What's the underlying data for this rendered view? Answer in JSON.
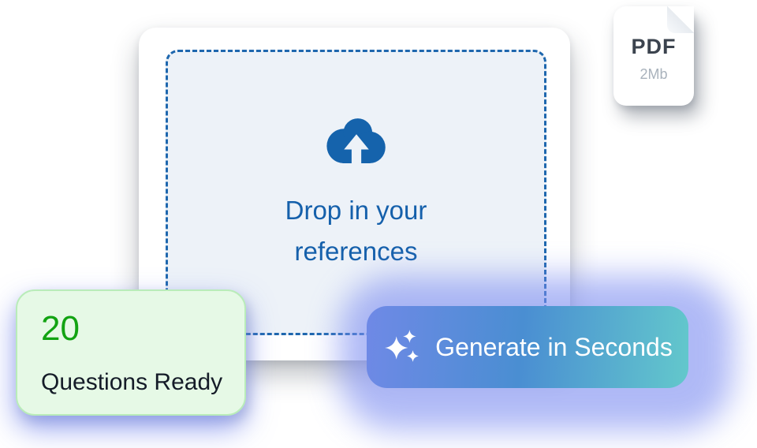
{
  "dropzone": {
    "title_line1": "Drop in your",
    "title_line2": "references",
    "icon": "cloud-upload"
  },
  "pdf_badge": {
    "type_label": "PDF",
    "file_size": "2Mb"
  },
  "questions_card": {
    "count": "20",
    "label": "Questions Ready"
  },
  "generate_button": {
    "label": "Generate in Seconds",
    "icon": "sparkles"
  },
  "theme": {
    "blue_text": "#1560ab",
    "icon_blue": "#1563ac",
    "dash_border": "#1e67ae",
    "zone_bg": "#edf2f8",
    "count_green": "#12a312",
    "green_bg": "#e6f9e6",
    "green_border": "#b9ecb9",
    "grad_start": "#6f89e6",
    "grad_mid": "#4a8ed2",
    "grad_end": "#63c8cc",
    "glow": "#7f8ff1"
  }
}
